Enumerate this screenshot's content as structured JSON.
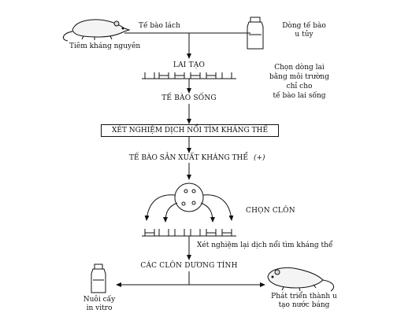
{
  "nodes": {
    "spleen_cells": "Tế bào lách",
    "myeloma_line": "Dòng tế bào\nu tủy",
    "immunize": "Tiêm kháng nguyên",
    "fusion": "LAI TẠO",
    "select_hybrid": "Chọn dòng lai\nbằng môi trường\nchỉ cho\ntế bào lai sống",
    "live_cells": "TẾ BÀO SỐNG",
    "screen_supernatant": "XÉT NGHIỆM DỊCH NỔI TÌM KHÁNG THỂ",
    "antibody_producing": "TẾ BÀO SẢN XUẤT KHÁNG THỂ",
    "plus_sign": "(+)",
    "cloning": "CHỌN CLÔN",
    "rescreen": "Xét nghiệm lại dịch nổi tìm kháng thể",
    "positive_clones": "CÁC CLÔN DƯƠNG TÍNH",
    "in_vitro": "Nuôi cấy\nin vitro",
    "in_vivo": "Phát triển thành u\ntạo nước báng"
  }
}
